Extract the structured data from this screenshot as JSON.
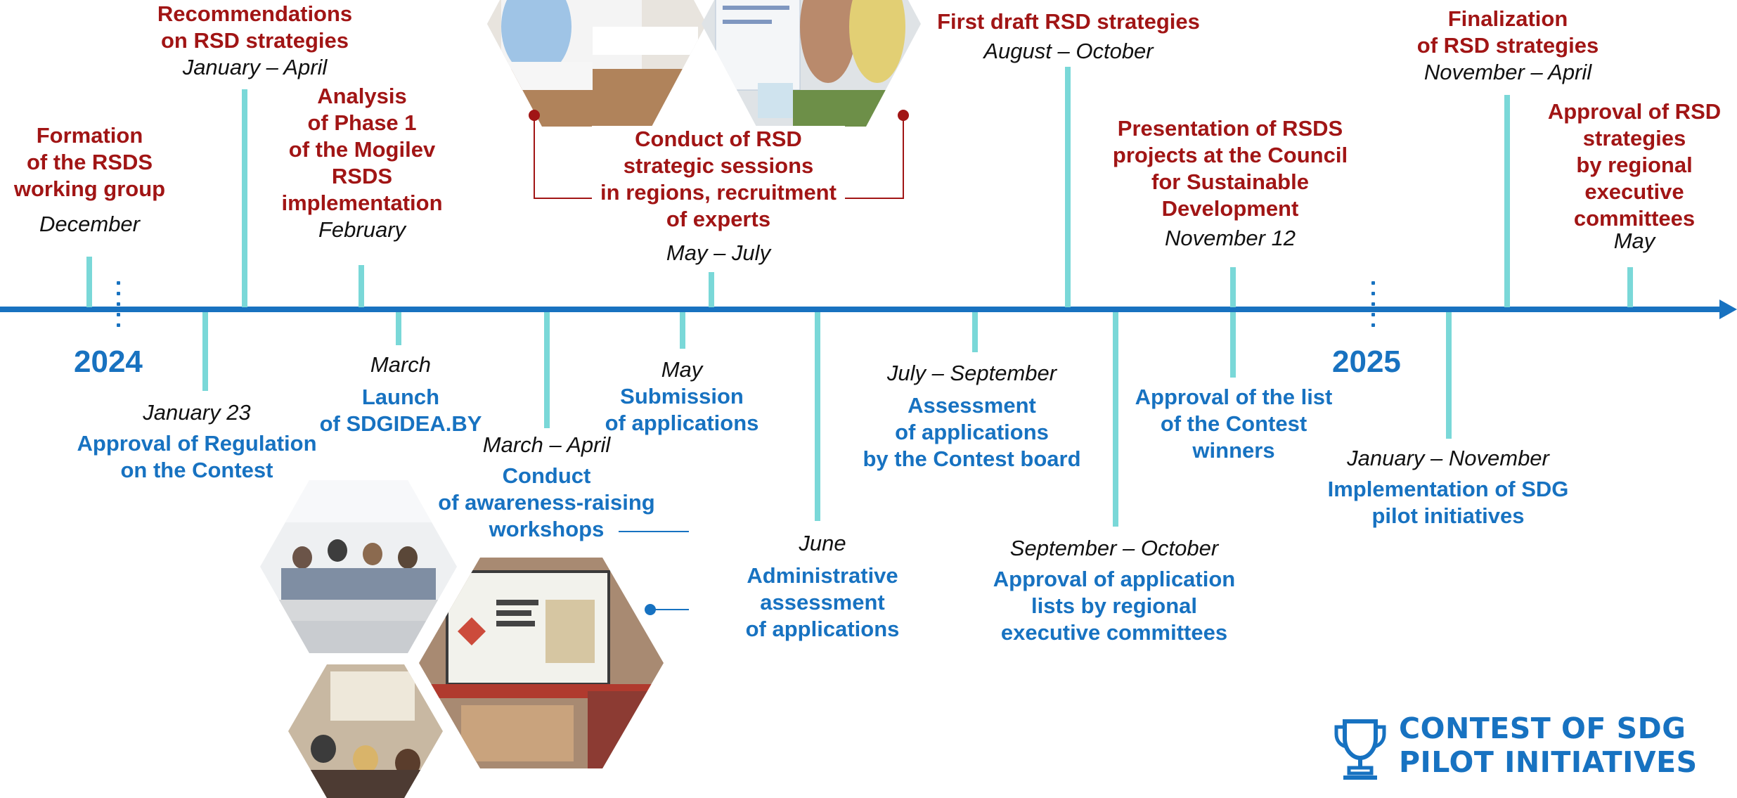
{
  "years": [
    "2024",
    "2025"
  ],
  "events_top": [
    {
      "title": "Formation\nof the RSDS\nworking group",
      "date": "December"
    },
    {
      "title": "Recommendations\non RSD strategies",
      "date": "January – April"
    },
    {
      "title": "Analysis\nof Phase 1\nof the Mogilev\nRSDS\nimplementation",
      "date": "February"
    },
    {
      "title": "Conduct of RSD\nstrategic sessions\nin regions, recruitment\nof experts",
      "date": "May – July"
    },
    {
      "title": "First draft RSD strategies",
      "date": "August – October"
    },
    {
      "title": "Presentation of RSDS\nprojects at the Council\nfor Sustainable\nDevelopment",
      "date": "November 12"
    },
    {
      "title": "Finalization\nof RSD strategies",
      "date": "November – April"
    },
    {
      "title": "Approval of RSD\nstrategies\nby regional\nexecutive\ncommittees",
      "date": "May"
    }
  ],
  "events_bottom": [
    {
      "date": "January 23",
      "title": "Approval of Regulation\non the Contest"
    },
    {
      "date": "March",
      "title": "Launch\nof SDGIDEA.BY"
    },
    {
      "date": "March – April",
      "title": "Conduct\nof awareness-raising\nworkshops"
    },
    {
      "date": "May",
      "title": "Submission\nof applications"
    },
    {
      "date": "June",
      "title": "Administrative\nassessment\nof applications"
    },
    {
      "date": "July – September",
      "title": "Assessment\nof applications\nby the Contest board"
    },
    {
      "date": "September – October",
      "title": "Approval of application\nlists by regional\nexecutive committees"
    },
    {
      "date": "",
      "title": "Approval of the list\nof the Contest\nwinners"
    },
    {
      "date": "January – November",
      "title": "Implementation of SDG\npilot initiatives"
    }
  ],
  "logo": {
    "line1": "CONTEST OF SDG",
    "line2": "PILOT INITIATIVES",
    "icon": "trophy-icon"
  },
  "photos": [
    "photo-strategic-session-writing",
    "photo-strategic-session-flipchart",
    "photo-workshop-audience",
    "photo-workshop-screen",
    "photo-workshop-hall"
  ],
  "colors": {
    "axis": "#1872c0",
    "tick": "#7ad8d8",
    "top_title": "#a11515",
    "bottom_title": "#1772c1"
  }
}
